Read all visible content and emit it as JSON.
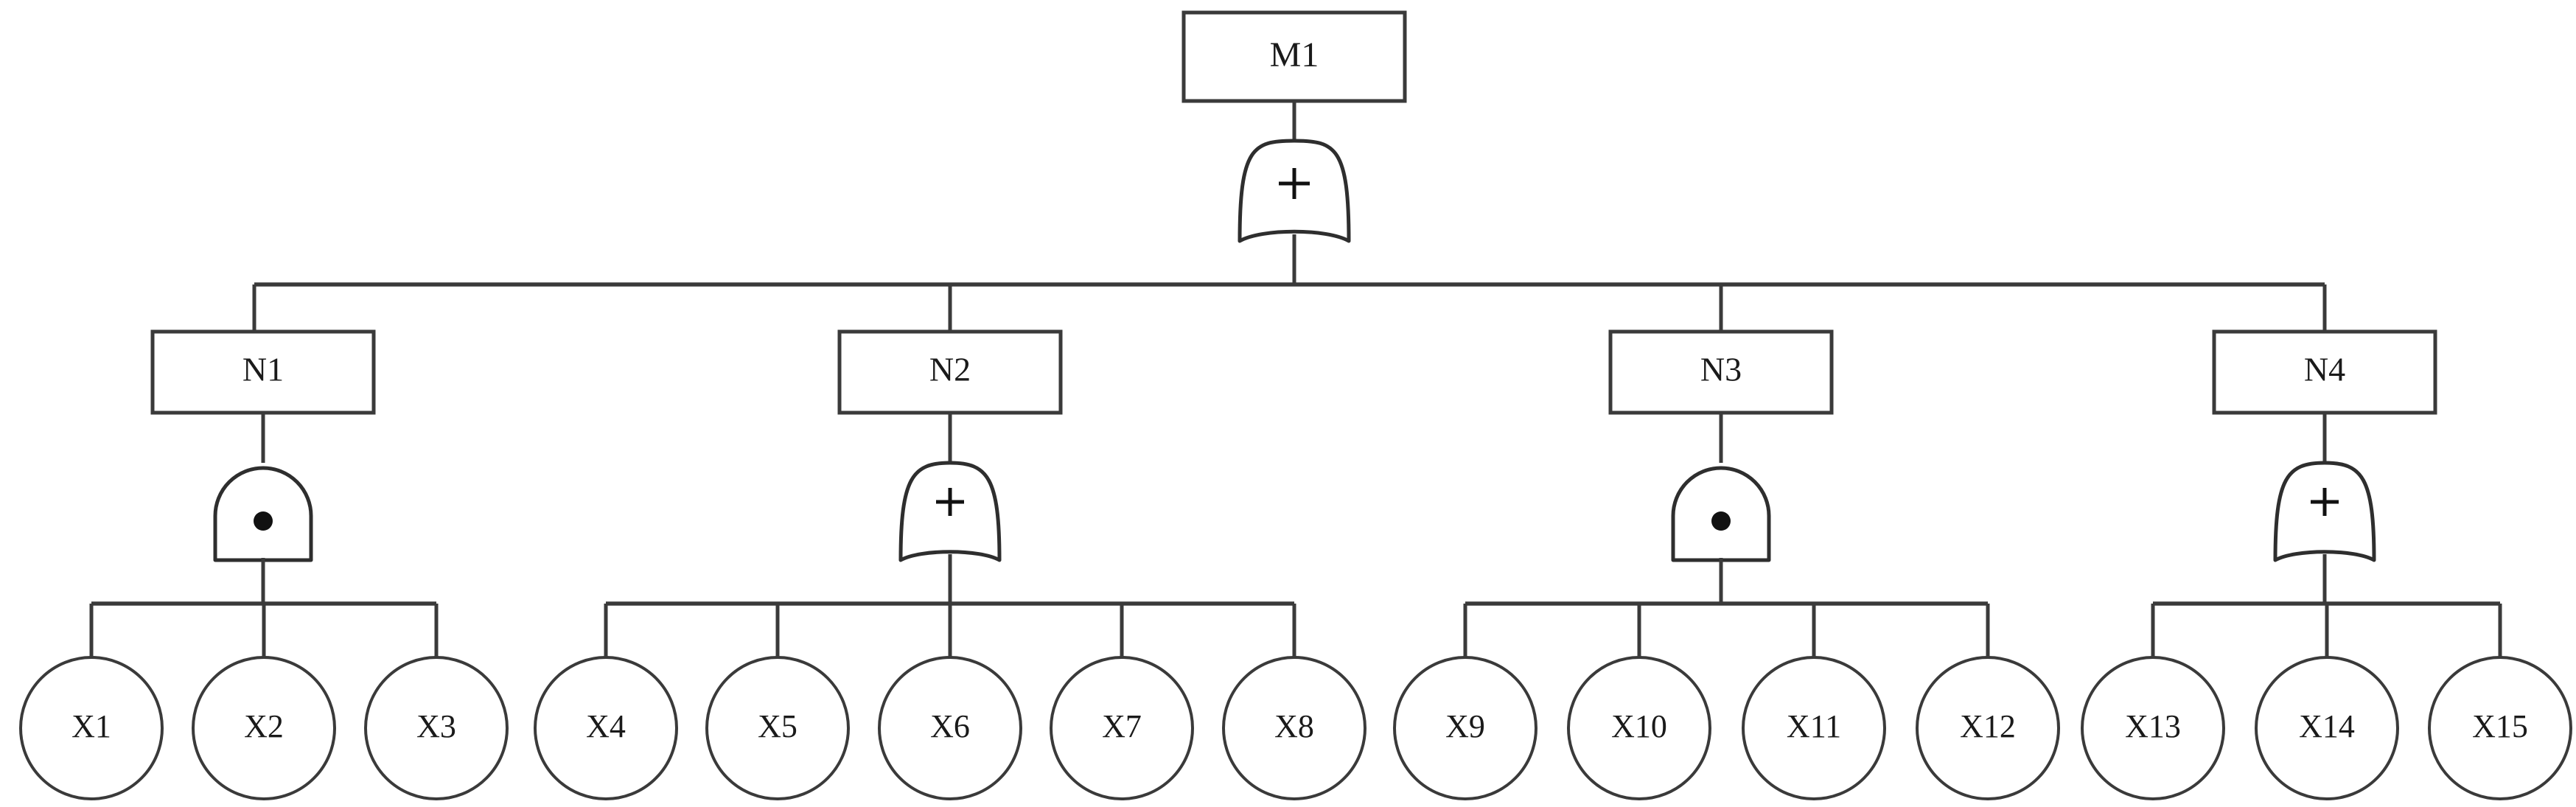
{
  "diagram": {
    "type": "fault-tree",
    "title": "",
    "colors": {
      "line": "#3a3a3a",
      "gate_stroke": "#2e2e2e",
      "fill": "#ffffff",
      "text": "#1a1a1a",
      "background": "#ffffff"
    },
    "gate_symbols": {
      "or": "+",
      "and": "•"
    },
    "top_event": {
      "label": "M1",
      "shape": "rectangle",
      "gate": {
        "kind": "or",
        "symbol": "+"
      }
    },
    "intermediate_events": [
      {
        "label": "N1",
        "shape": "rectangle",
        "gate": {
          "kind": "and",
          "symbol": "•"
        },
        "children": [
          "X1",
          "X2",
          "X3"
        ]
      },
      {
        "label": "N2",
        "shape": "rectangle",
        "gate": {
          "kind": "or",
          "symbol": "+"
        },
        "children": [
          "X4",
          "X5",
          "X6",
          "X7",
          "X8"
        ]
      },
      {
        "label": "N3",
        "shape": "rectangle",
        "gate": {
          "kind": "and",
          "symbol": "•"
        },
        "children": [
          "X9",
          "X10",
          "X11",
          "X12"
        ]
      },
      {
        "label": "N4",
        "shape": "rectangle",
        "gate": {
          "kind": "or",
          "symbol": "+"
        },
        "children": [
          "X13",
          "X14",
          "X15"
        ]
      }
    ],
    "basic_events": [
      {
        "label": "X1",
        "shape": "circle",
        "parent": "N1"
      },
      {
        "label": "X2",
        "shape": "circle",
        "parent": "N1"
      },
      {
        "label": "X3",
        "shape": "circle",
        "parent": "N1"
      },
      {
        "label": "X4",
        "shape": "circle",
        "parent": "N2"
      },
      {
        "label": "X5",
        "shape": "circle",
        "parent": "N2"
      },
      {
        "label": "X6",
        "shape": "circle",
        "parent": "N2"
      },
      {
        "label": "X7",
        "shape": "circle",
        "parent": "N2"
      },
      {
        "label": "X8",
        "shape": "circle",
        "parent": "N2"
      },
      {
        "label": "X9",
        "shape": "circle",
        "parent": "N3"
      },
      {
        "label": "X10",
        "shape": "circle",
        "parent": "N3"
      },
      {
        "label": "X11",
        "shape": "circle",
        "parent": "N3"
      },
      {
        "label": "X12",
        "shape": "circle",
        "parent": "N3"
      },
      {
        "label": "X13",
        "shape": "circle",
        "parent": "N4"
      },
      {
        "label": "X14",
        "shape": "circle",
        "parent": "N4"
      },
      {
        "label": "X15",
        "shape": "circle",
        "parent": "N4"
      }
    ]
  }
}
